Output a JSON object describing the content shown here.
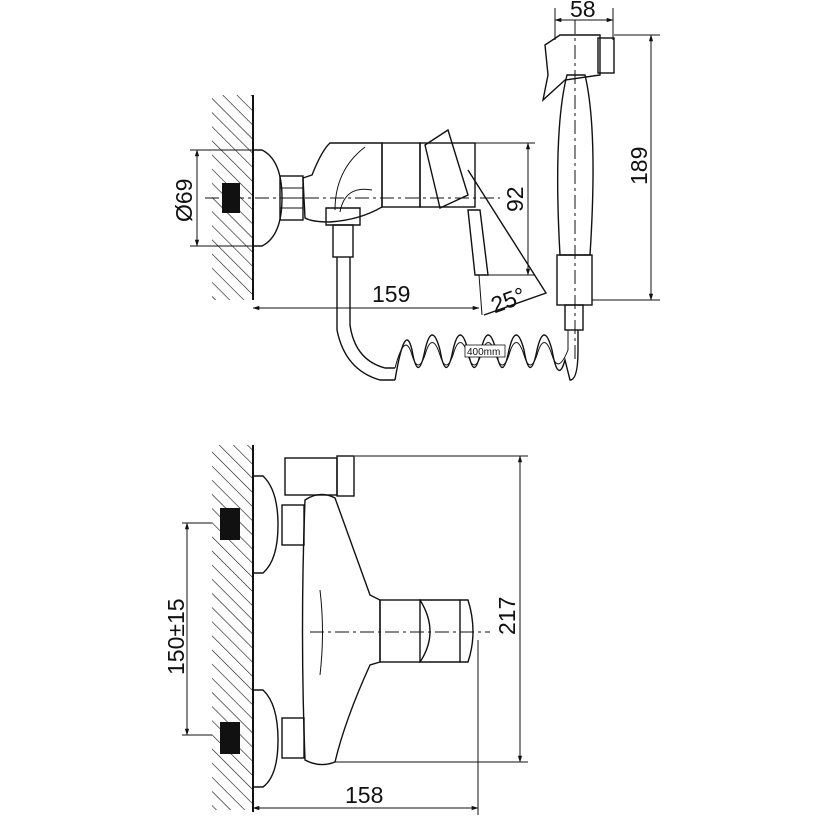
{
  "dimensions": {
    "diameter": "Ø69",
    "body_height": "92",
    "body_length": "159",
    "lever_angle": "25°",
    "hose_length": "400mm",
    "shower_width": "58",
    "shower_length": "189",
    "total_height": "217",
    "inlet_spacing": "150±15",
    "projection": "158"
  }
}
